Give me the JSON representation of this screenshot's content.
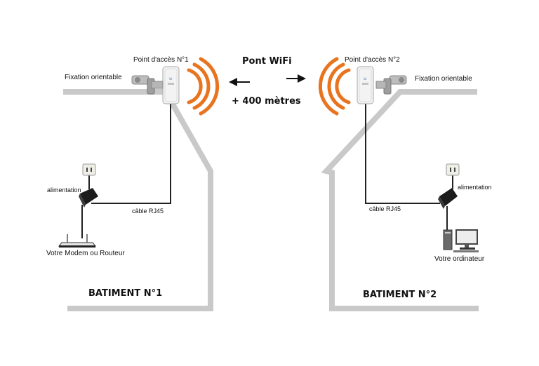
{
  "bridge": {
    "title": "Pont WiFi",
    "distance": "+ 400 mètres"
  },
  "building1": {
    "name": "BATIMENT N°1",
    "access_point": "Point d'accès N°1",
    "mount": "Fixation orientable",
    "power": "alimentation",
    "cable": "câble RJ45",
    "device": "Votre Modem ou Routeur"
  },
  "building2": {
    "name": "BATIMENT N°2",
    "access_point": "Point d'accès N°2",
    "mount": "Fixation orientable",
    "power": "alimentation",
    "cable": "câble RJ45",
    "device": "Votre ordinateur"
  },
  "colors": {
    "wave": "#e8741f",
    "wall": "#c8c8c8",
    "cable": "#222222"
  }
}
